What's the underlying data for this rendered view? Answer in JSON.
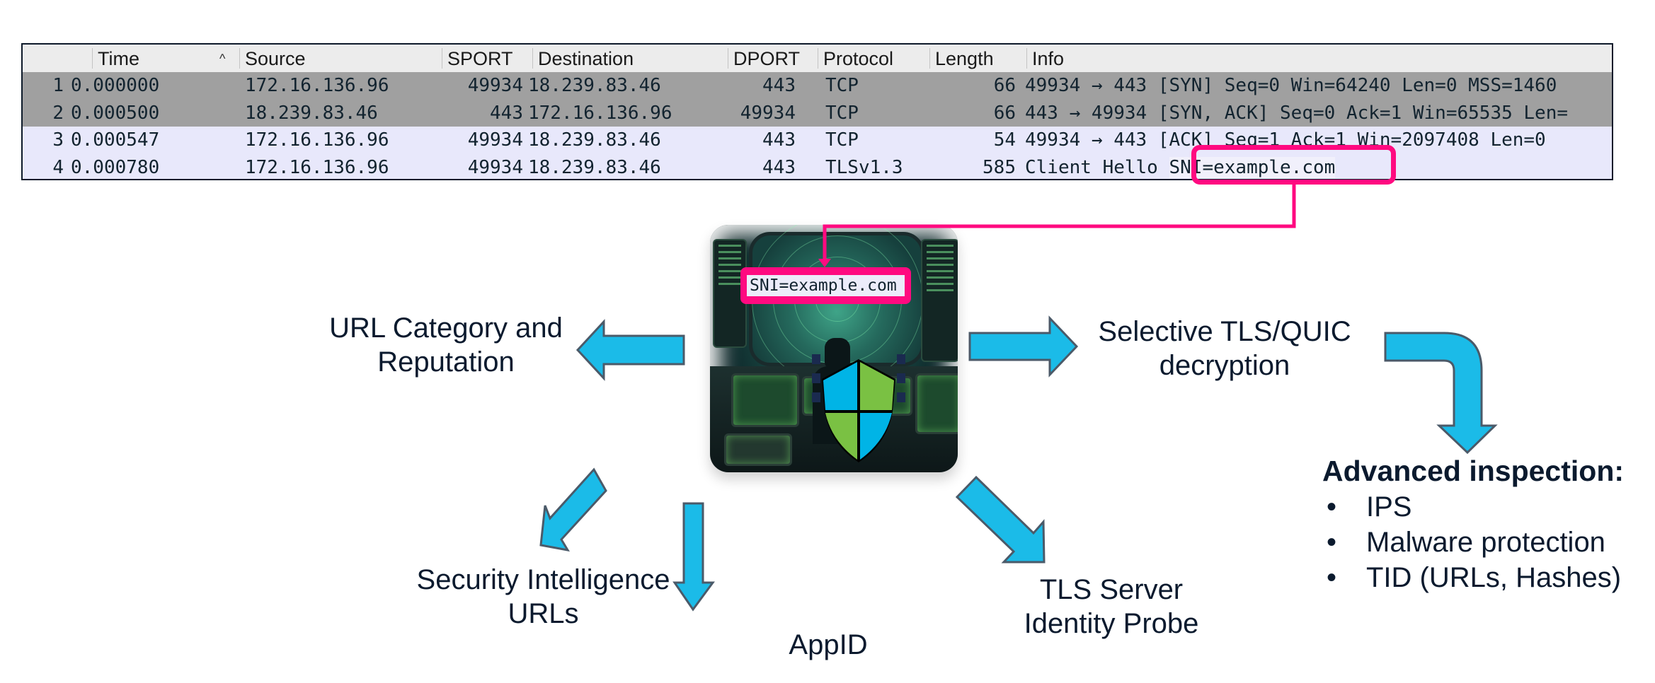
{
  "packet_list": {
    "columns": [
      {
        "key": "no",
        "label": ""
      },
      {
        "key": "time",
        "label": "Time",
        "sort_indicator": "^"
      },
      {
        "key": "source",
        "label": "Source"
      },
      {
        "key": "sport",
        "label": "SPORT"
      },
      {
        "key": "destination",
        "label": "Destination"
      },
      {
        "key": "dport",
        "label": "DPORT"
      },
      {
        "key": "protocol",
        "label": "Protocol"
      },
      {
        "key": "length",
        "label": "Length"
      },
      {
        "key": "info",
        "label": "Info"
      }
    ],
    "rows": [
      {
        "no": "1",
        "time": "0.000000",
        "source": "172.16.136.96",
        "sport": "49934",
        "destination": "18.239.83.46",
        "dport": "443",
        "protocol": "TCP",
        "length": "66",
        "info": "49934 → 443 [SYN] Seq=0 Win=64240 Len=0 MSS=1460",
        "info_highlight": "",
        "style": "marked"
      },
      {
        "no": "2",
        "time": "0.000500",
        "source": "18.239.83.46",
        "sport": "443",
        "destination": "172.16.136.96",
        "dport": "49934",
        "protocol": "TCP",
        "length": "66",
        "info": "443 → 49934 [SYN, ACK] Seq=0 Ack=1 Win=65535 Len=",
        "info_highlight": "",
        "style": "marked"
      },
      {
        "no": "3",
        "time": "0.000547",
        "source": "172.16.136.96",
        "sport": "49934",
        "destination": "18.239.83.46",
        "dport": "443",
        "protocol": "TCP",
        "length": "54",
        "info": "49934 → 443 [ACK] Seq=1 Ack=1 Win=2097408 Len=0",
        "info_highlight": "",
        "style": "plain"
      },
      {
        "no": "4",
        "time": "0.000780",
        "source": "172.16.136.96",
        "sport": "49934",
        "destination": "18.239.83.46",
        "dport": "443",
        "protocol": "TLSv1.3",
        "length": "585",
        "info": "Client Hello ",
        "info_highlight": "SNI=example.com",
        "style": "plain"
      }
    ]
  },
  "callout": {
    "sni_text": "SNI=example.com",
    "highlight_color": "#ff0a80"
  },
  "center_image": {
    "description": "operator-at-radar-console-with-shield",
    "shield_colors": [
      "#00b4e6",
      "#7ac143"
    ]
  },
  "arrow_color": "#1bbbe8",
  "arrow_stroke": "#4b5a69",
  "labels": {
    "url_category": [
      "URL Category and",
      "Reputation"
    ],
    "selective_decryption": [
      "Selective TLS/QUIC",
      "decryption"
    ],
    "security_intelligence": [
      "Security Intelligence",
      "URLs"
    ],
    "appid": [
      "AppID"
    ],
    "tls_server_identity": [
      "TLS Server",
      "Identity Probe"
    ]
  },
  "advanced_inspection": {
    "title": "Advanced inspection:",
    "bullet": "•",
    "items": [
      "IPS",
      "Malware protection",
      "TID (URLs, Hashes)"
    ]
  }
}
